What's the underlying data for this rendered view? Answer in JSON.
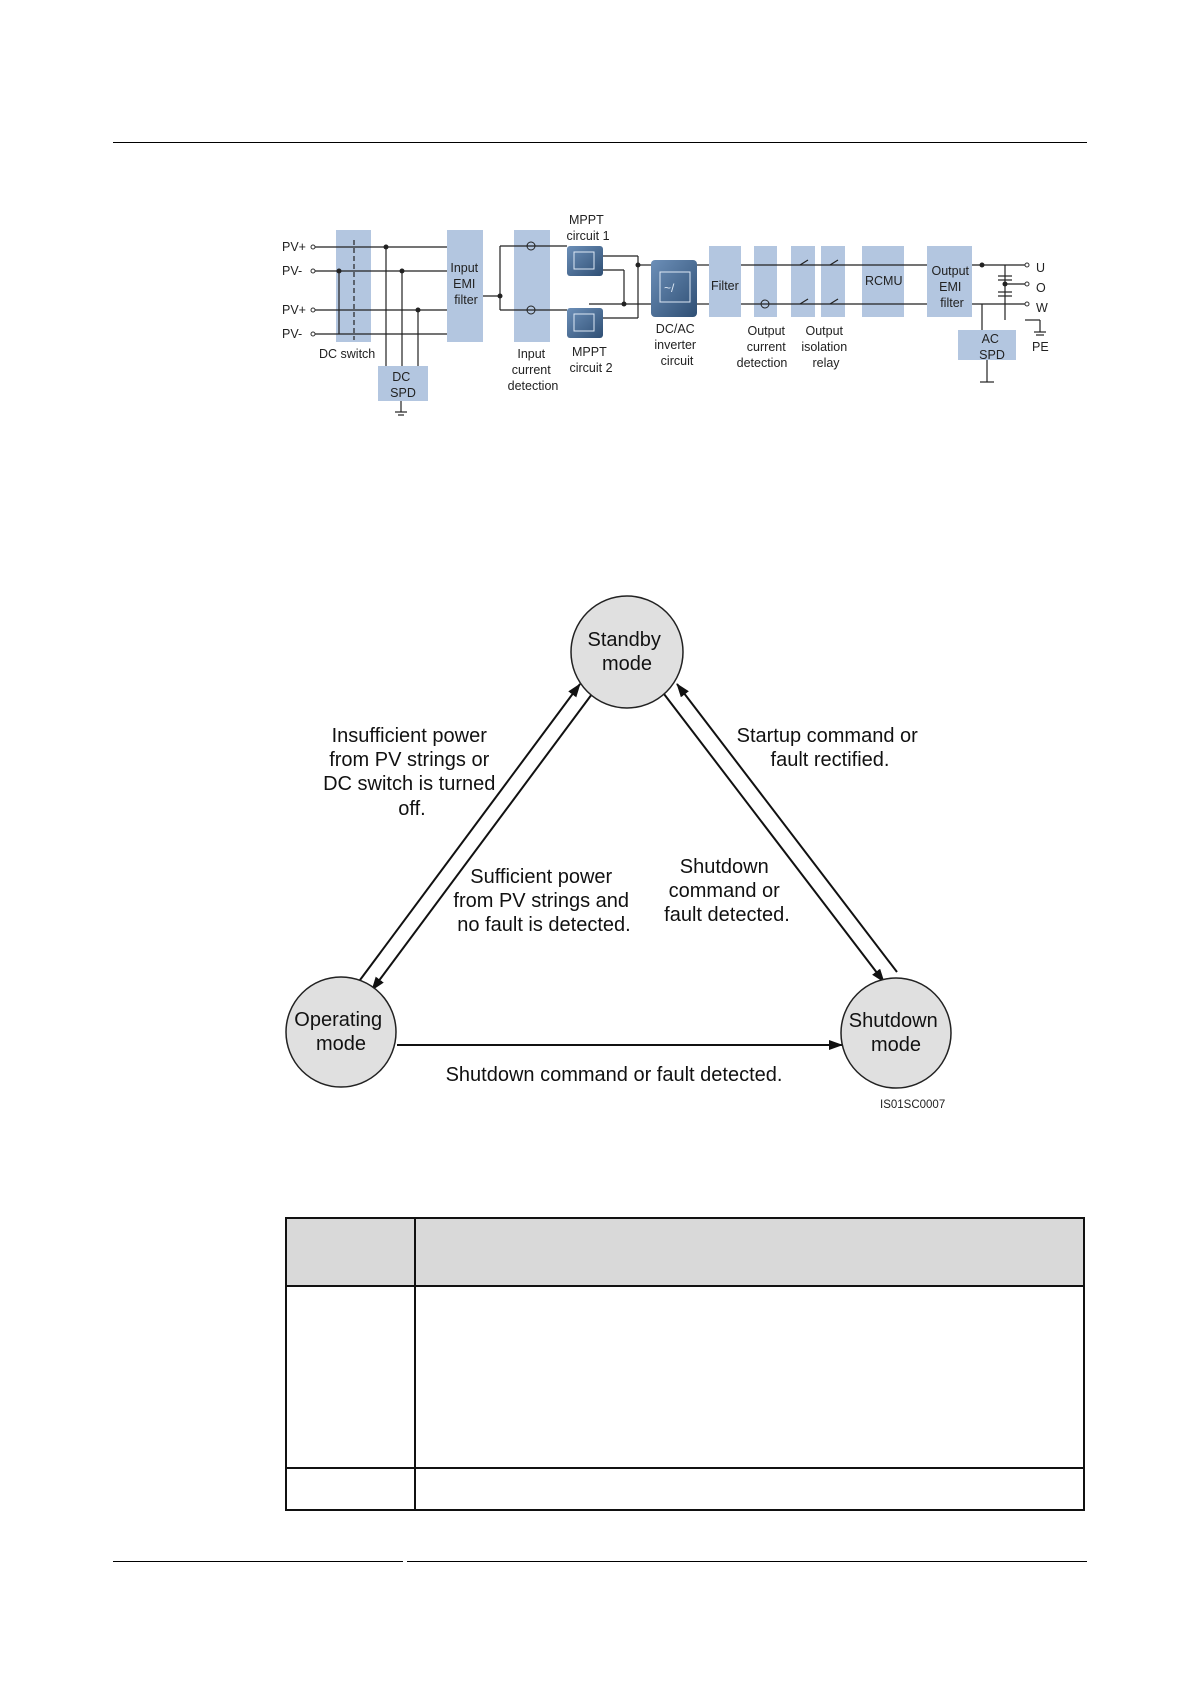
{
  "block_diagram": {
    "terminals_left": [
      "PV+",
      "PV-",
      "PV+",
      "PV-"
    ],
    "dc_switch": "DC switch",
    "dc_spd": [
      "DC",
      "SPD"
    ],
    "input_emi": [
      "Input",
      "EMI",
      "filter"
    ],
    "input_current": [
      "Input",
      "current",
      "detection"
    ],
    "mppt1": [
      "MPPT",
      "circuit 1"
    ],
    "mppt2": [
      "MPPT",
      "circuit 2"
    ],
    "inverter": [
      "DC/AC",
      "inverter",
      "circuit"
    ],
    "filter": "Filter",
    "output_current": [
      "Output",
      "current",
      "detection"
    ],
    "output_relay": [
      "Output",
      "isolation",
      "relay"
    ],
    "rcmu": "RCMU",
    "output_emi": [
      "Output",
      "EMI",
      "filter"
    ],
    "ac_spd": [
      "AC",
      "SPD"
    ],
    "terminals_right": [
      "U",
      "O",
      "W"
    ],
    "pe": "PE"
  },
  "state_diagram": {
    "standby": [
      "Standby",
      "mode"
    ],
    "operating": [
      "Operating",
      "mode"
    ],
    "shutdown": [
      "Shutdown",
      "mode"
    ],
    "left_outer": [
      "Insufficient power",
      "from PV strings or",
      "DC switch is turned",
      "off."
    ],
    "left_inner": [
      "Sufficient power",
      "from PV strings and",
      "no fault is detected."
    ],
    "right_outer": [
      "Startup command or",
      "fault rectified."
    ],
    "right_inner": [
      "Shutdown",
      "command or",
      "fault detected."
    ],
    "bottom": "Shutdown command or fault detected.",
    "figure_id": "IS01SC0007"
  }
}
